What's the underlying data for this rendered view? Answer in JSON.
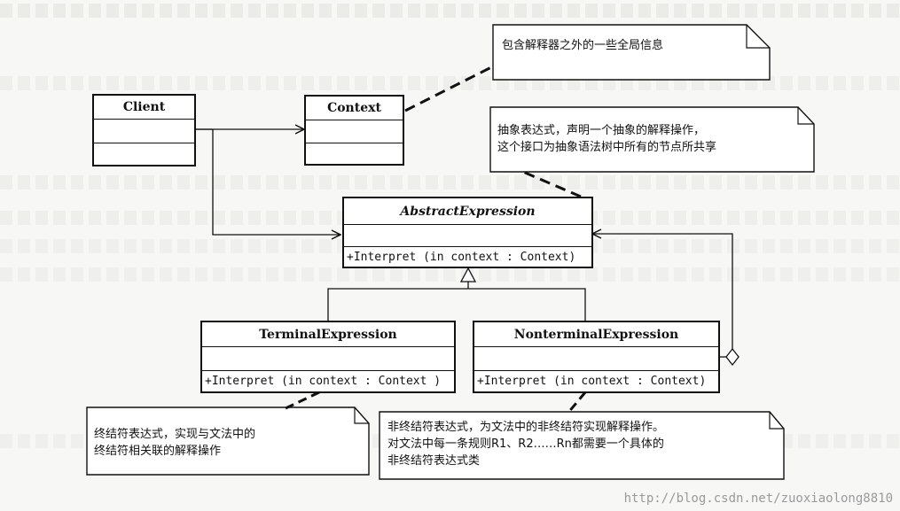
{
  "classes": {
    "client": {
      "name": "Client"
    },
    "context": {
      "name": "Context"
    },
    "abstract": {
      "name": "AbstractExpression",
      "method": "+Interpret (in context  : Context)"
    },
    "terminal": {
      "name": "TerminalExpression",
      "method": "+Interpret (in context  : Context )"
    },
    "nonterminal": {
      "name": "NonterminalExpression",
      "method": "+Interpret (in context  : Context)"
    }
  },
  "notes": {
    "context_note": [
      "包含解释器之外的一些全局信息"
    ],
    "abstract_note": [
      "抽象表达式，声明一个抽象的解释操作，",
      "这个接口为抽象语法树中所有的节点所共享"
    ],
    "terminal_note": [
      "终结符表达式，实现与文法中的",
      "终结符相关联的解释操作"
    ],
    "nonterminal_note": [
      "非终结符表达式，为文法中的非终结符实现解释操作。",
      "对文法中每一条规则R1、R2……Rn都需要一个具体的",
      "非终结符表达式类"
    ]
  },
  "watermark": "http://blog.csdn.net/zuoxiaolong8810",
  "colors": {
    "line": "#111111",
    "background": "#f7f7f5",
    "watermark": "#9a9a9a"
  }
}
